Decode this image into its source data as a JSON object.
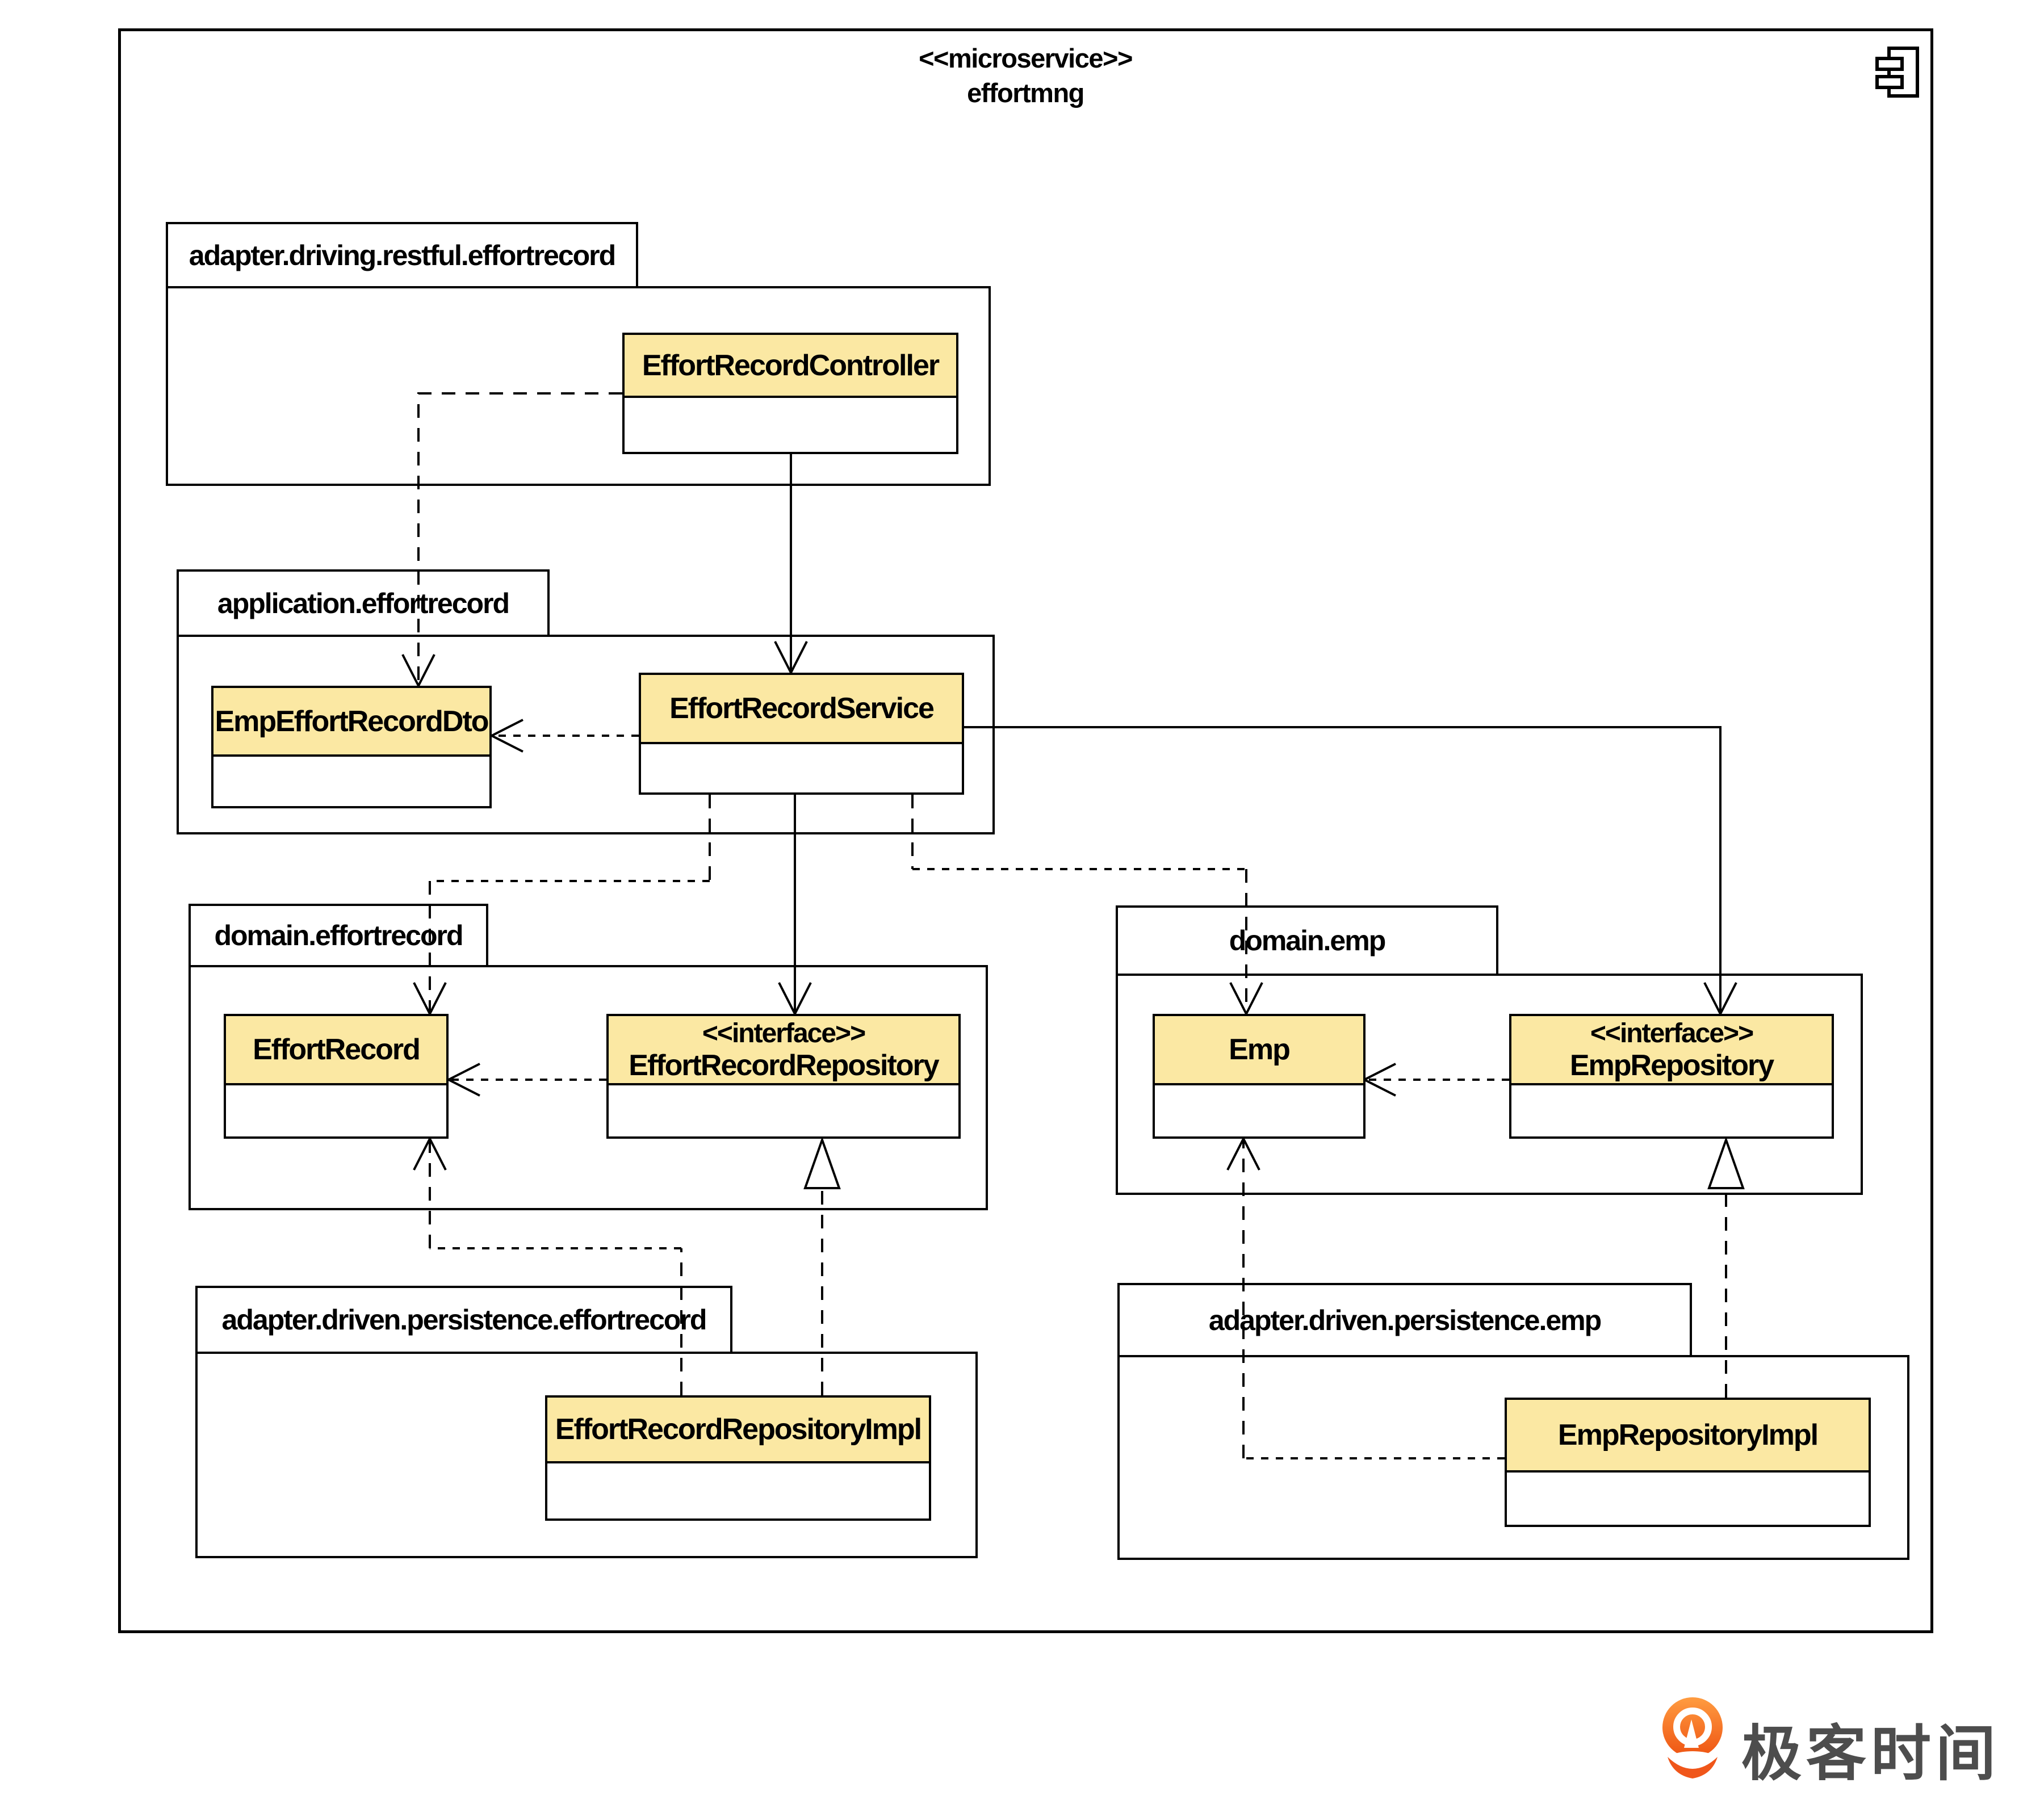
{
  "frame": {
    "stereotype": "<<microservice>>",
    "name": "effortmng"
  },
  "packages": {
    "restful_effortrecord": {
      "label": "adapter.driving.restful.effortrecord"
    },
    "application_effortrecord": {
      "label": "application.effortrecord"
    },
    "domain_effortrecord": {
      "label": "domain.effortrecord"
    },
    "domain_emp": {
      "label": "domain.emp"
    },
    "persistence_effortrecord": {
      "label": "adapter.driven.persistence.effortrecord"
    },
    "persistence_emp": {
      "label": "adapter.driven.persistence.emp"
    }
  },
  "classes": {
    "effort_record_controller": {
      "name": "EffortRecordController"
    },
    "emp_effort_record_dto": {
      "name": "EmpEffortRecordDto"
    },
    "effort_record_service": {
      "name": "EffortRecordService"
    },
    "effort_record": {
      "name": "EffortRecord"
    },
    "effort_record_repository": {
      "stereotype": "<<interface>>",
      "name": "EffortRecordRepository"
    },
    "emp": {
      "name": "Emp"
    },
    "emp_repository": {
      "stereotype": "<<interface>>",
      "name": "EmpRepository"
    },
    "effort_record_repository_impl": {
      "name": "EffortRecordRepositoryImpl"
    },
    "emp_repository_impl": {
      "name": "EmpRepositoryImpl"
    }
  },
  "colors": {
    "class_header_fill": "#FBE8A3",
    "stroke": "#000000",
    "logo_orange": "#F4621C",
    "logo_text_color": "#4D4D4D"
  },
  "logo": {
    "text": "极客时间"
  }
}
